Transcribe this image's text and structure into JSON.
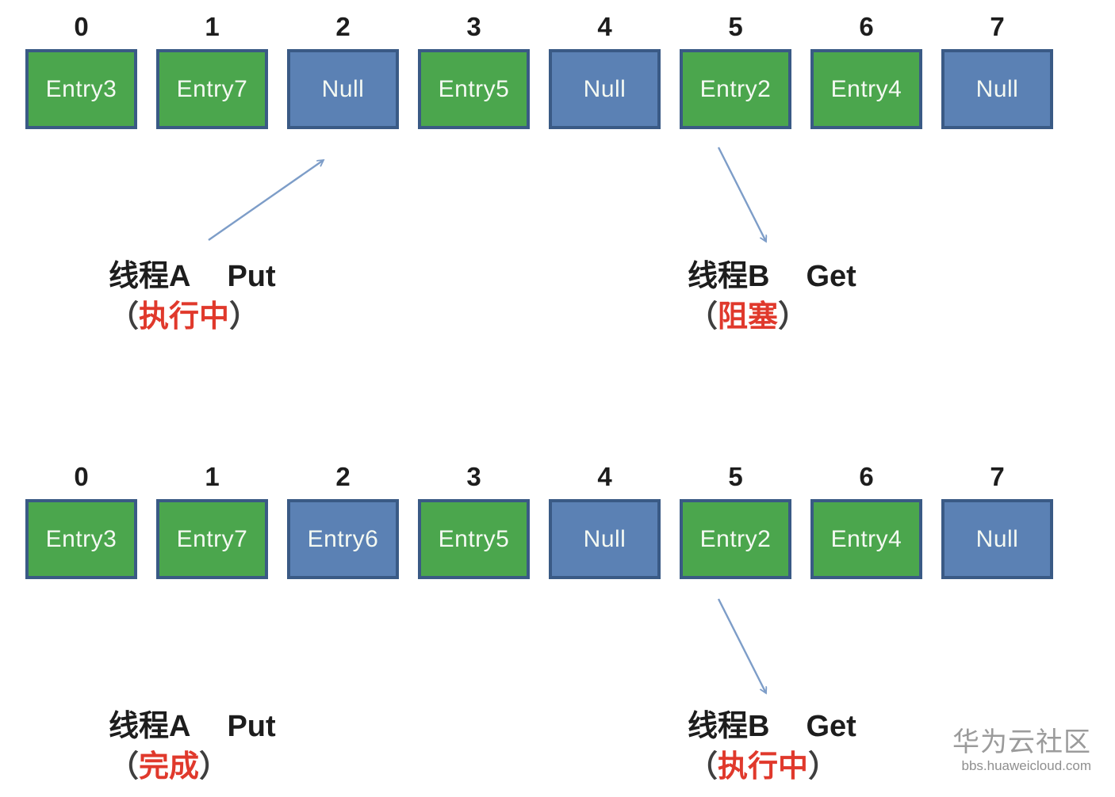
{
  "punctuation": {
    "paren_open": "（",
    "paren_close": "）"
  },
  "arrays": {
    "before": {
      "cells": [
        {
          "index": "0",
          "value": "Entry3",
          "type": "entry"
        },
        {
          "index": "1",
          "value": "Entry7",
          "type": "entry"
        },
        {
          "index": "2",
          "value": "Null",
          "type": "null"
        },
        {
          "index": "3",
          "value": "Entry5",
          "type": "entry"
        },
        {
          "index": "4",
          "value": "Null",
          "type": "null"
        },
        {
          "index": "5",
          "value": "Entry2",
          "type": "entry"
        },
        {
          "index": "6",
          "value": "Entry4",
          "type": "entry"
        },
        {
          "index": "7",
          "value": "Null",
          "type": "null"
        }
      ]
    },
    "after": {
      "cells": [
        {
          "index": "0",
          "value": "Entry3",
          "type": "entry"
        },
        {
          "index": "1",
          "value": "Entry7",
          "type": "entry"
        },
        {
          "index": "2",
          "value": "Entry6",
          "type": "new-entry"
        },
        {
          "index": "3",
          "value": "Entry5",
          "type": "entry"
        },
        {
          "index": "4",
          "value": "Null",
          "type": "null"
        },
        {
          "index": "5",
          "value": "Entry2",
          "type": "entry"
        },
        {
          "index": "6",
          "value": "Entry4",
          "type": "entry"
        },
        {
          "index": "7",
          "value": "Null",
          "type": "null"
        }
      ]
    }
  },
  "annotations": {
    "thread_a_before": {
      "thread": "线程A",
      "operation": "Put",
      "state": "执行中"
    },
    "thread_b_before": {
      "thread": "线程B",
      "operation": "Get",
      "state": "阻塞"
    },
    "thread_a_after": {
      "thread": "线程A",
      "operation": "Put",
      "state": "完成"
    },
    "thread_b_after": {
      "thread": "线程B",
      "operation": "Get",
      "state": "执行中"
    }
  },
  "watermark": {
    "site_name": "华为云社区",
    "site_url": "bbs.huaweicloud.com"
  },
  "colors": {
    "entry_fill": "#4ba64d",
    "null_fill": "#5b81b4",
    "cell_border": "#3a5a85",
    "arrow_blue": "#7d9dc8",
    "state_red": "#e0392c",
    "label_black": "#1d1d1d",
    "watermark_gray": "#9b9b9b"
  }
}
